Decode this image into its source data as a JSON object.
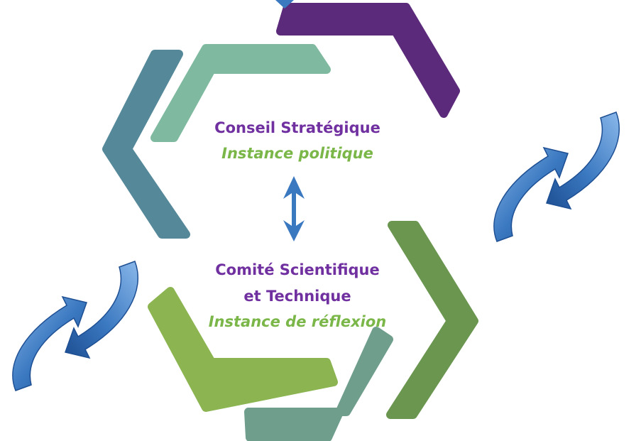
{
  "upper_instance": {
    "name": "Conseil Stratégique",
    "role": "Instance politique"
  },
  "lower_instance": {
    "name_line1": "Comité Scientifique",
    "name_line2": "et Technique",
    "role": "Instance de réflexion"
  },
  "colors": {
    "purple": "#5c2a7a",
    "teal_dark": "#55899a",
    "teal_light": "#7fbaa0",
    "green_dark": "#6b9650",
    "green_light": "#8cb552",
    "sage": "#6f9e8c",
    "arrow_blue": "#3a78c0",
    "title": "#7030a0",
    "subtitle": "#7ab648"
  },
  "icons": {
    "segments": "hexagon-chevron-segment",
    "center": "double-headed-arrow-icon",
    "exchange": "exchange-arrows-icon"
  }
}
